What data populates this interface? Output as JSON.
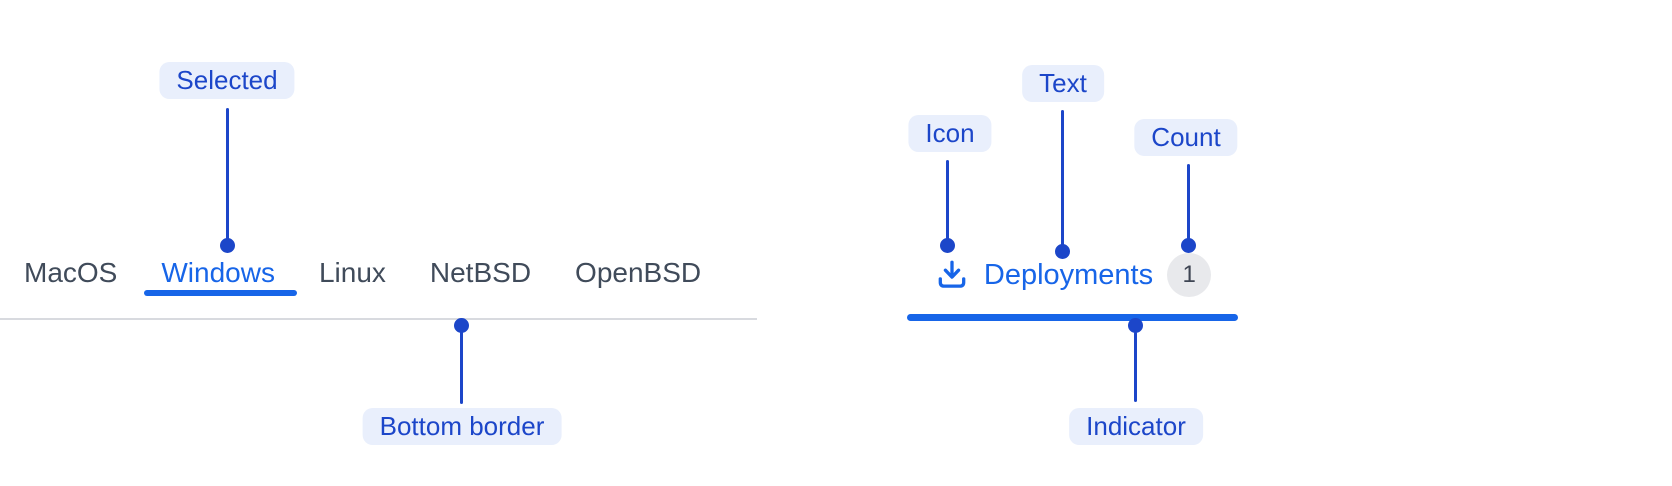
{
  "colors": {
    "tab_blue": "#1765E8",
    "annotation_blue": "#1C46C9",
    "pill_bg": "#E9EFFC",
    "border_gray": "#D8DADF",
    "tab_text": "#404B5A",
    "badge_bg": "#E8E9EC",
    "badge_text": "#3E4553"
  },
  "tabs_example": {
    "tabs": [
      {
        "label": "MacOS",
        "selected": false
      },
      {
        "label": "Windows",
        "selected": true
      },
      {
        "label": "Linux",
        "selected": false
      },
      {
        "label": "NetBSD",
        "selected": false
      },
      {
        "label": "OpenBSD",
        "selected": false
      }
    ]
  },
  "deployments_example": {
    "icon": "download-icon",
    "label": "Deployments",
    "count": "1"
  },
  "annotations": [
    {
      "id": "selected",
      "label": "Selected",
      "points_to": "selected-tab"
    },
    {
      "id": "bottom-border",
      "label": "Bottom border",
      "points_to": "tabbar-bottom-border"
    },
    {
      "id": "icon",
      "label": "Icon",
      "points_to": "download-icon"
    },
    {
      "id": "text",
      "label": "Text",
      "points_to": "tab-label"
    },
    {
      "id": "count",
      "label": "Count",
      "points_to": "count-badge"
    },
    {
      "id": "indicator",
      "label": "Indicator",
      "points_to": "selected-indicator"
    }
  ]
}
